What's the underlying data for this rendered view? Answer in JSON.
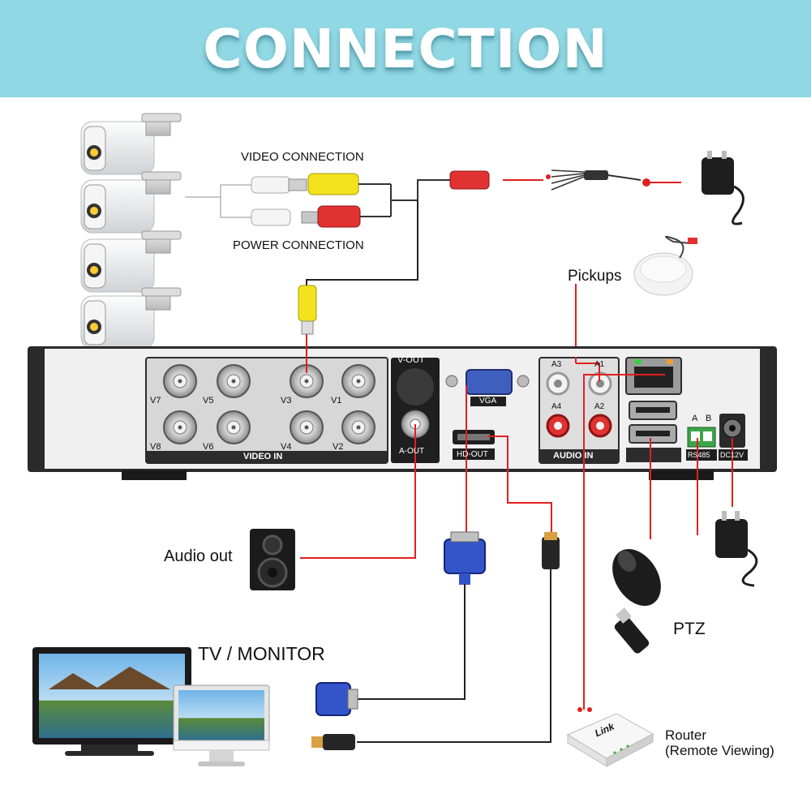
{
  "banner": {
    "title": "CONNECTION",
    "bg_color": "#8fd8e4"
  },
  "cameras": {
    "count": 4
  },
  "cables": {
    "video_label": "VIDEO CONNECTION",
    "power_label": "POWER CONNECTION"
  },
  "pickups": {
    "label": "Pickups"
  },
  "dvr": {
    "video_in": {
      "title": "VIDEO IN",
      "ports": [
        "V7",
        "V5",
        "V3",
        "V1",
        "V8",
        "V6",
        "V4",
        "V2"
      ]
    },
    "vout_label": "V-OUT",
    "aout_label": "A-OUT",
    "vga_label": "VGA",
    "hdout_label": "HD-OUT",
    "audio_in": {
      "title": "AUDIO IN",
      "ports": [
        "A3",
        "A1",
        "A4",
        "A2"
      ]
    },
    "rs485": {
      "a": "A",
      "b": "B",
      "label": "RS485"
    },
    "dc_label": "DC12V"
  },
  "devices": {
    "audio_out": "Audio out",
    "tv_monitor": "TV / MONITOR",
    "ptz": "PTZ",
    "router_brand": "Link",
    "router_line1": "Router",
    "router_line2": "(Remote Viewing)"
  },
  "colors": {
    "wire_red": "#e02020",
    "wire_dark": "#222222",
    "chassis": "#2a2a2a",
    "panel": "#e9e9e9"
  }
}
